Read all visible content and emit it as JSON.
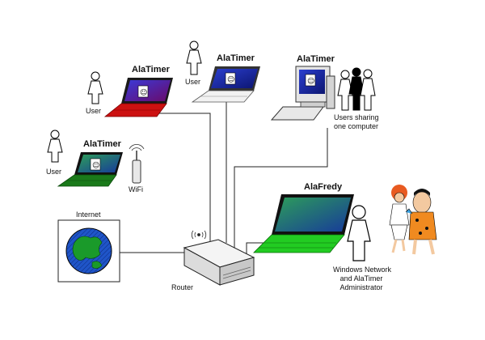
{
  "laptops": {
    "red": {
      "title": "AlaTimer",
      "user_label": "User",
      "color": "#cc1111"
    },
    "white": {
      "title": "AlaTimer",
      "user_label": "User",
      "color": "#f2f2f2"
    },
    "green_small": {
      "title": "AlaTimer",
      "user_label": "User",
      "color": "#1a7a1a"
    },
    "green_large": {
      "title": "AlaFredy",
      "color": "#22cc22"
    }
  },
  "desktop": {
    "title": "AlaTimer",
    "caption_line1": "Users sharing",
    "caption_line2": "one computer"
  },
  "wifi": {
    "label": "WiFi"
  },
  "internet": {
    "label": "Internet"
  },
  "router": {
    "label": "Router"
  },
  "admin": {
    "caption_line1": "Windows Network",
    "caption_line2": "and AlaTimer",
    "caption_line3": "Administrator"
  },
  "colors": {
    "screen": "#1a2a9e",
    "screen_green": "#1f5f8f",
    "globe_water": "#1f55c8",
    "globe_land": "#1a9a2a",
    "line": "#222222"
  }
}
